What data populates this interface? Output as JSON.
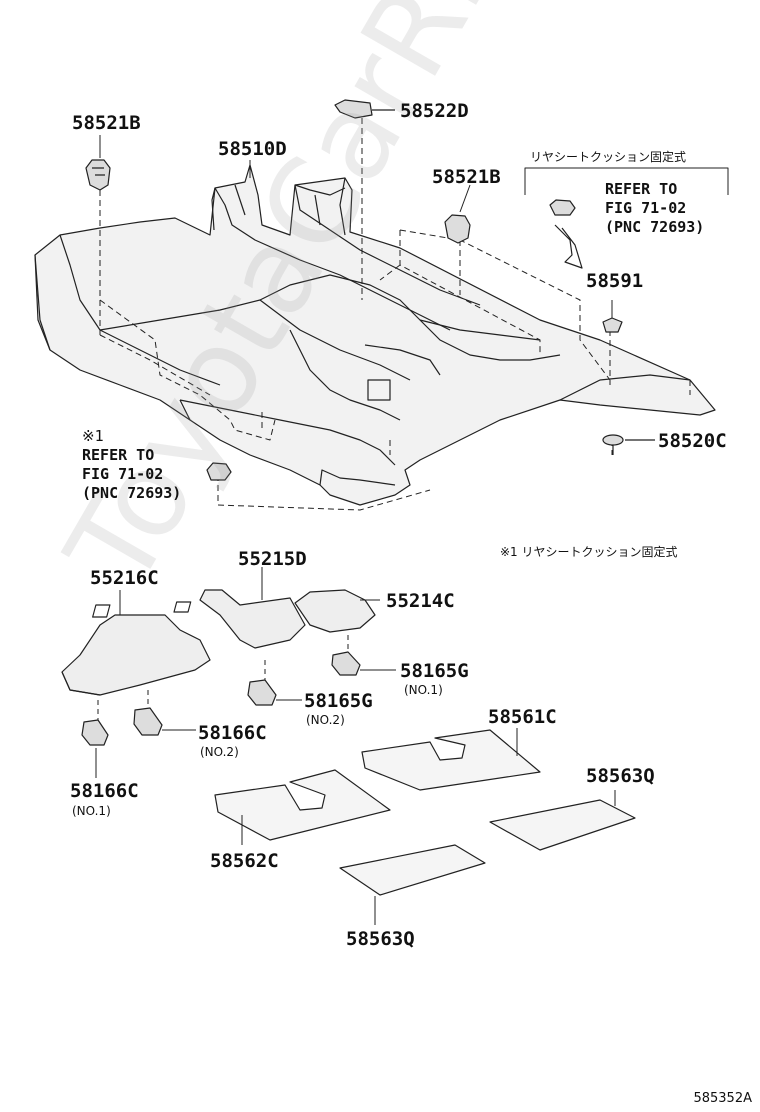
{
  "figure_id": "585352A",
  "watermark": "ToyotaCarRMane.ru",
  "legend_note": "※1 リヤシートクッション固定式",
  "parts": {
    "p58521B_left": "58521B",
    "p58522D": "58522D",
    "p58510D": "58510D",
    "p58521B_right": "58521B",
    "p58591": "58591",
    "p58520C": "58520C",
    "p55216C": "55216C",
    "p55215D": "55215D",
    "p55214C": "55214C",
    "p58165G_a": "58165G",
    "p58165G_b": "58165G",
    "p58166C_a": "58166C",
    "p58166C_b": "58166C",
    "p58561C": "58561C",
    "p58563Q_a": "58563Q",
    "p58562C": "58562C",
    "p58563Q_b": "58563Q"
  },
  "subs": {
    "s58165G_a": "(NO.1)",
    "s58165G_b": "(NO.2)",
    "s58166C_a": "(NO.2)",
    "s58166C_b": "(NO.1)"
  },
  "note_right": {
    "jp": "リヤシートクッション固定式",
    "line1": "REFER TO",
    "line2": "FIG 71-02",
    "line3": "(PNC 72693)"
  },
  "note_left": {
    "mark": "※1",
    "line1": "REFER TO",
    "line2": "FIG 71-02",
    "line3": "(PNC 72693)"
  }
}
